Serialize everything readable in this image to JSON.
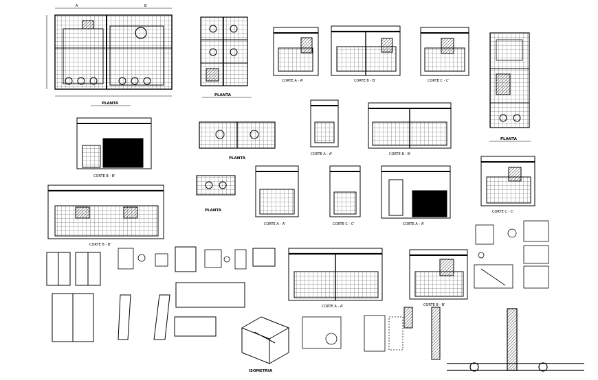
{
  "sheet": {
    "background": "#ffffff",
    "ink": "#000000",
    "title_planta": "PLANTA",
    "title_isometria": "ISOMETRIA",
    "labels": {
      "corte_aa": "CORTE A - A'",
      "corte_bb": "CORTE B - B'",
      "corte_cc": "CORTE C - C'"
    }
  }
}
